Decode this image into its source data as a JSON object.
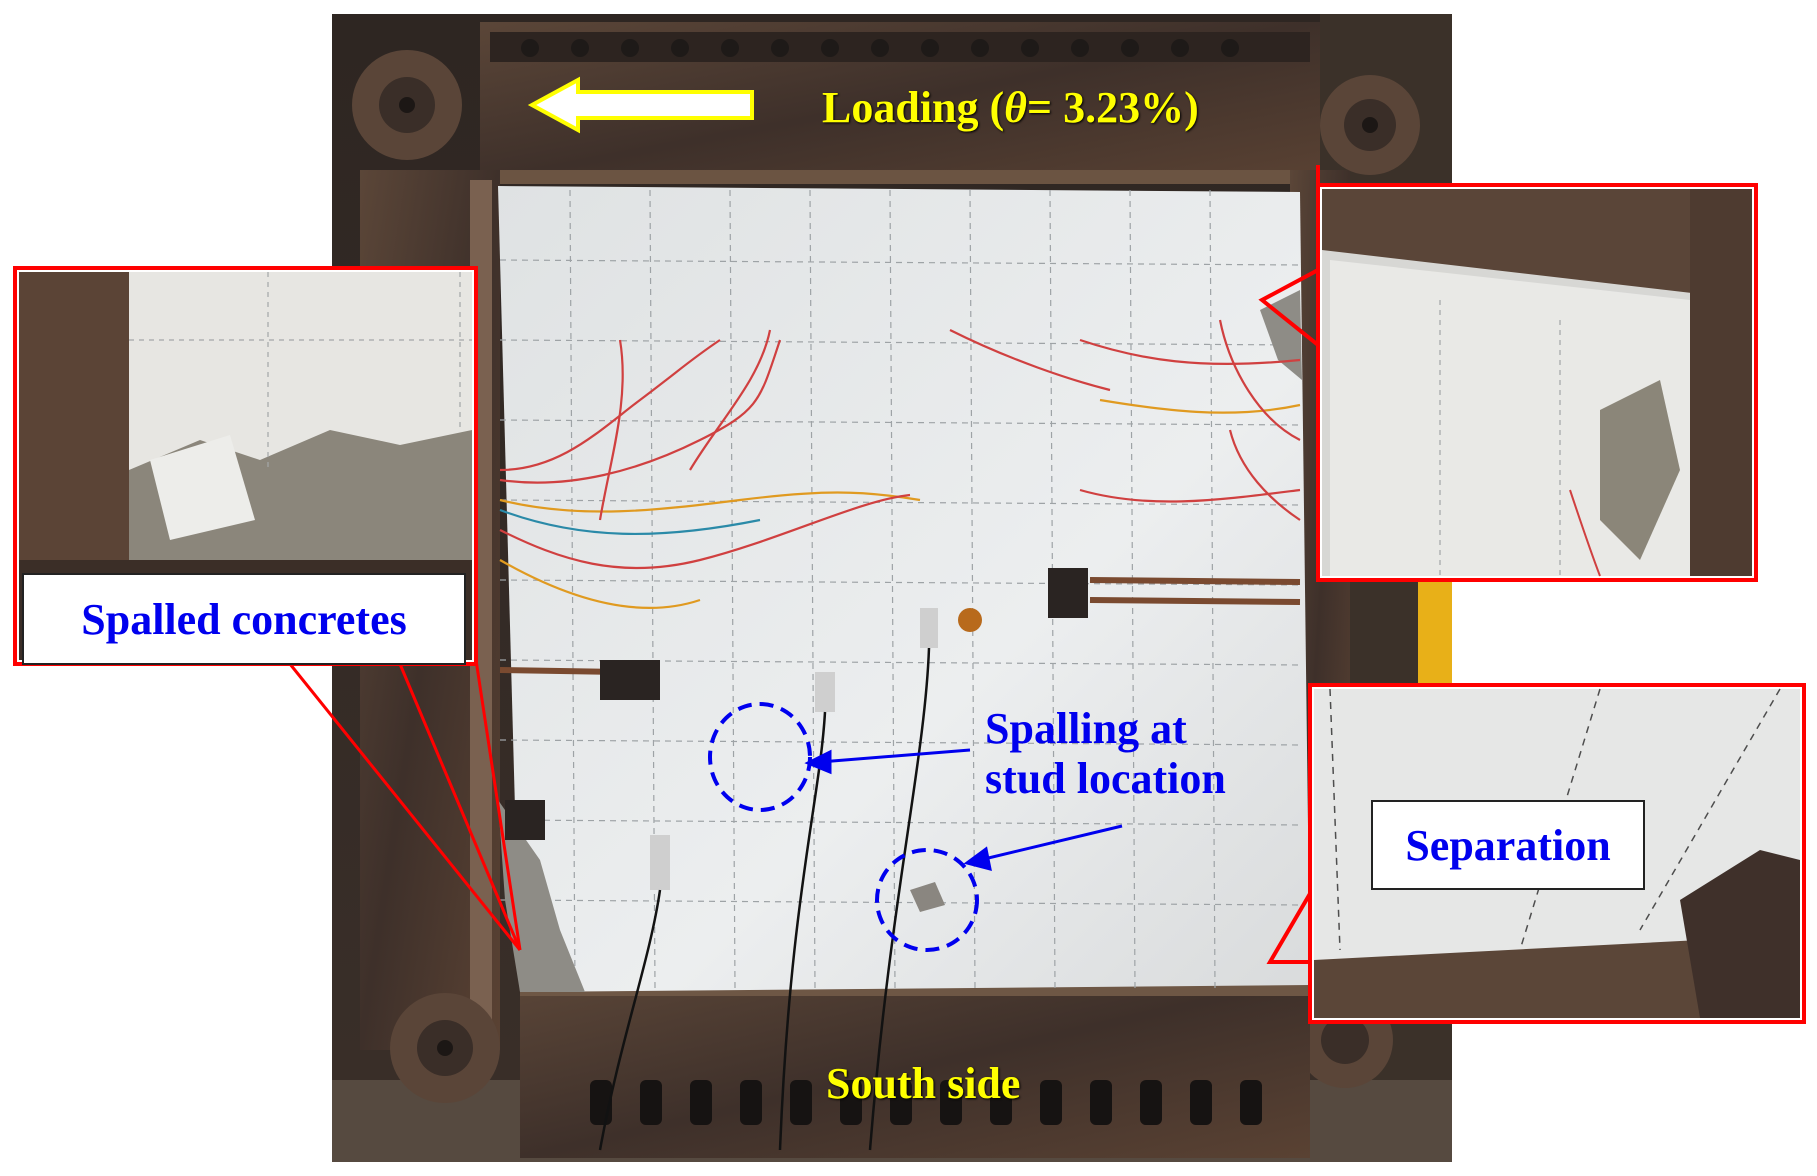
{
  "annotations": {
    "loading_label": "Loading (",
    "theta_symbol": "θ",
    "loading_value": "= 3.23%)",
    "south_label": "South side",
    "spalled_label": "Spalled concretes",
    "stud_label_line1": "Spalling at",
    "stud_label_line2": "stud location",
    "separation_label": "Separation"
  },
  "colors": {
    "callout_border": "#ff0000",
    "annotation_blue": "#0000ee",
    "annotation_yellow": "#ffff00",
    "steel_frame": "#4a3a30",
    "concrete_panel": "#e4e6e7"
  },
  "icons": {
    "loading_direction": "left-arrow-icon"
  }
}
